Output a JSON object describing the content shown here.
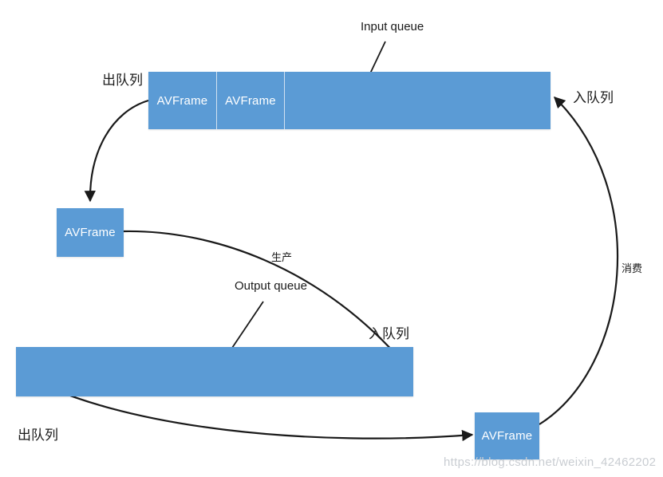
{
  "diagram": {
    "title_note": "FFmpeg AVFrame producer-consumer queue diagram",
    "background_color": "#ffffff",
    "box_color": "#5b9bd5",
    "box_text_color": "#ffffff",
    "line_color": "#1a1a1a"
  },
  "input_queue": {
    "caption": "Input queue",
    "dequeue_label": "出队列",
    "enqueue_label": "入队列",
    "cells": [
      {
        "label": "AVFrame"
      },
      {
        "label": "AVFrame"
      },
      {
        "label": ""
      }
    ]
  },
  "middle_frame": {
    "label": "AVFrame"
  },
  "output_queue": {
    "caption": "Output queue",
    "enqueue_label": "入队列",
    "dequeue_label": "出队列",
    "cells": [
      {
        "label": ""
      }
    ]
  },
  "bottom_frame": {
    "label": "AVFrame"
  },
  "flow_labels": {
    "produce": "生产",
    "consume": "消费"
  },
  "watermark": {
    "text": "https://blog.csdn.net/weixin_42462202"
  }
}
